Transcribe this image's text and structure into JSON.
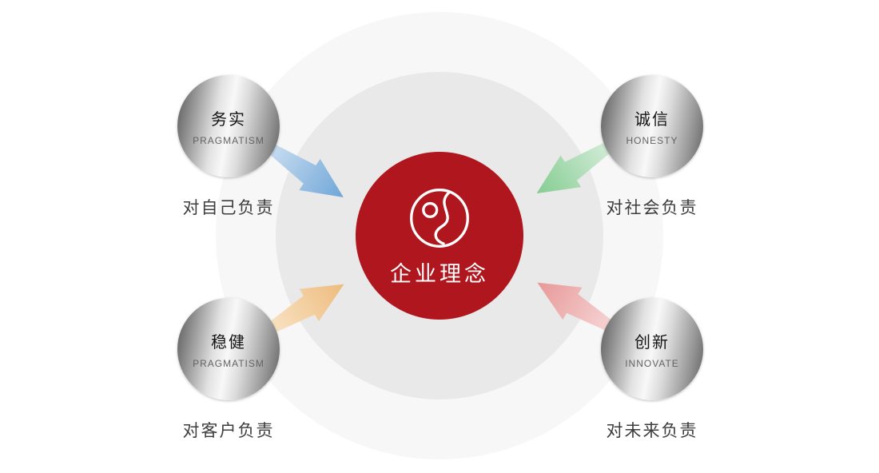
{
  "diagram": {
    "center": {
      "title": "企业理念",
      "bg_color": "#b0161d",
      "logo": "s-curve-circle-logo"
    },
    "nodes": [
      {
        "position": "top-left",
        "label_cn": "务实",
        "label_en": "PRAGMATISM",
        "caption": "对自己负责",
        "arrow_color": "#6fa6d8",
        "arrow_color_light": "#cfe1f2"
      },
      {
        "position": "top-right",
        "label_cn": "诚信",
        "label_en": "HONESTY",
        "caption": "对社会负责",
        "arrow_color": "#85cc92",
        "arrow_color_light": "#d9efdd"
      },
      {
        "position": "bottom-left",
        "label_cn": "稳健",
        "label_en": "PRAGMATISM",
        "caption": "对客户负责",
        "arrow_color": "#eebb7d",
        "arrow_color_light": "#f9e6ca"
      },
      {
        "position": "bottom-right",
        "label_cn": "创新",
        "label_en": "INNOVATE",
        "caption": "对未来负责",
        "arrow_color": "#e79898",
        "arrow_color_light": "#f8dada"
      }
    ]
  }
}
